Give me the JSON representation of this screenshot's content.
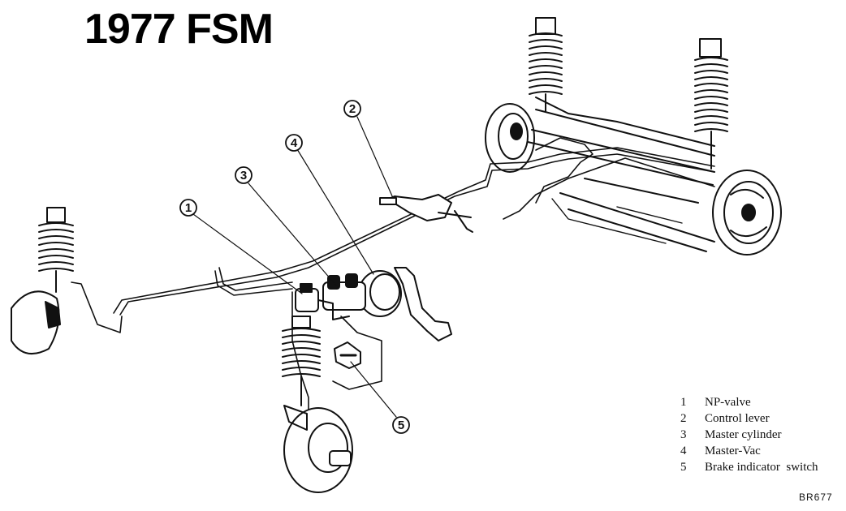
{
  "title": "1977 FSM",
  "figure_code": "BR677",
  "callouts": [
    {
      "number": "1"
    },
    {
      "number": "2"
    },
    {
      "number": "3"
    },
    {
      "number": "4"
    },
    {
      "number": "5"
    }
  ],
  "legend": [
    {
      "number": "1",
      "label": "NP-valve"
    },
    {
      "number": "2",
      "label": "Control lever"
    },
    {
      "number": "3",
      "label": "Master cylinder"
    },
    {
      "number": "4",
      "label": "Master-Vac"
    },
    {
      "number": "5",
      "label": "Brake indicator  switch"
    }
  ]
}
